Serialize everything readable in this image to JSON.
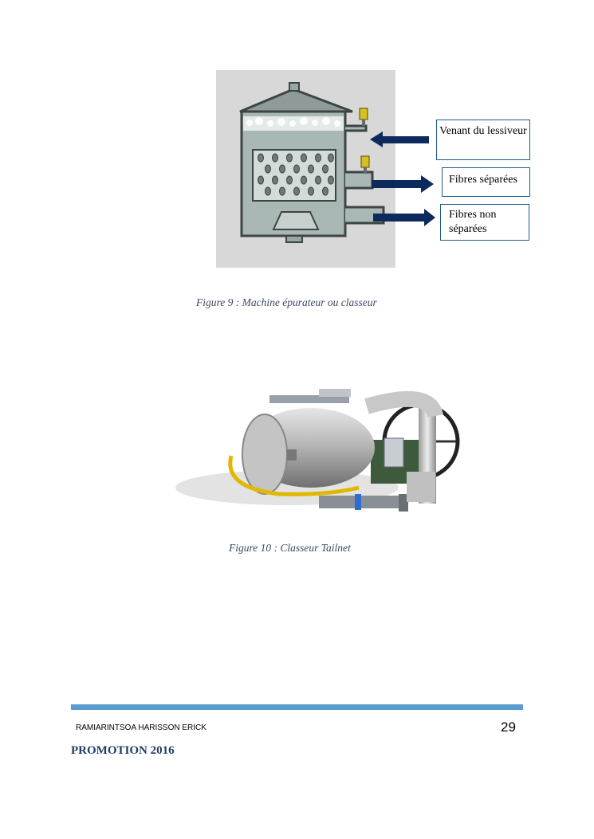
{
  "figure9": {
    "labels": {
      "venant": "Venant du lessiveur",
      "separees": "Fibres séparées",
      "non_separees": "Fibres non séparées"
    },
    "caption": "Figure 9 : Machine épurateur ou classeur"
  },
  "figure10": {
    "caption": "Figure 10 : Classeur Tailnet"
  },
  "footer": {
    "author": "RAMIARINTSOA HARISSON ERICK",
    "page_number": "29",
    "promotion": "PROMOTION 2016"
  },
  "colors": {
    "footer_rule": "#5b9bd0",
    "caption_text": "#3b4a63",
    "arrow": "#0d2a5c",
    "label_border": "#1e5b8a",
    "promotion_text": "#1f3a5f"
  }
}
